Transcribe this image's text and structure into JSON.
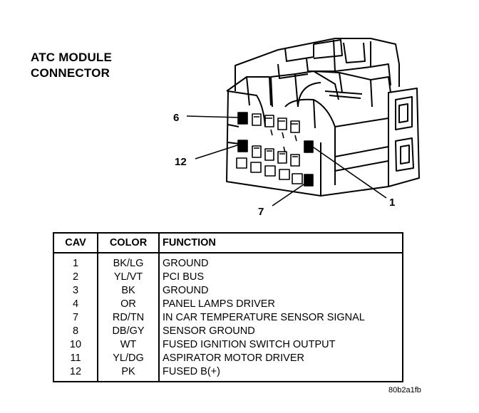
{
  "title": {
    "line1": "ATC MODULE",
    "line2": "CONNECTOR"
  },
  "callouts": {
    "pin6": "6",
    "pin12": "12",
    "pin1": "1",
    "pin7": "7"
  },
  "table": {
    "headers": {
      "cav": "CAV",
      "color": "COLOR",
      "function": "FUNCTION"
    },
    "rows": [
      {
        "cav": "1",
        "color": "BK/LG",
        "function": "GROUND"
      },
      {
        "cav": "2",
        "color": "YL/VT",
        "function": "PCI BUS"
      },
      {
        "cav": "3",
        "color": "BK",
        "function": "GROUND"
      },
      {
        "cav": "4",
        "color": "OR",
        "function": "PANEL LAMPS DRIVER"
      },
      {
        "cav": "7",
        "color": "RD/TN",
        "function": "IN CAR TEMPERATURE SENSOR SIGNAL"
      },
      {
        "cav": "8",
        "color": "DB/GY",
        "function": "SENSOR GROUND"
      },
      {
        "cav": "10",
        "color": "WT",
        "function": "FUSED IGNITION SWITCH OUTPUT"
      },
      {
        "cav": "11",
        "color": "YL/DG",
        "function": "ASPIRATOR MOTOR DRIVER"
      },
      {
        "cav": "12",
        "color": "PK",
        "function": "FUSED B(+)"
      }
    ]
  },
  "ref_code": "80b2a1fb"
}
